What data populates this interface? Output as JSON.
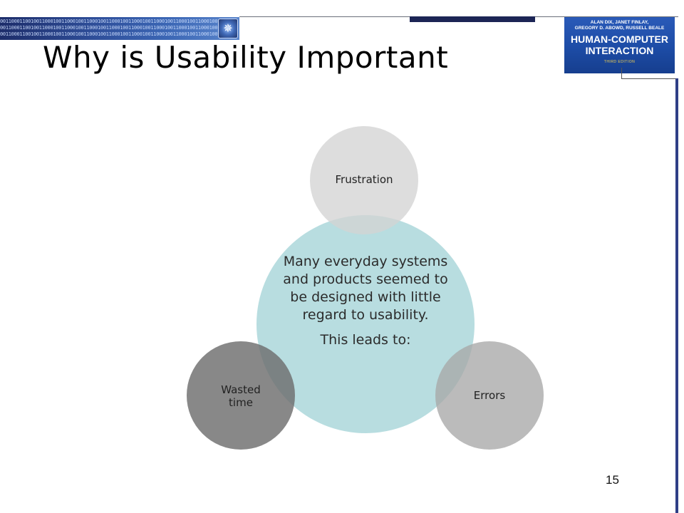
{
  "slide": {
    "title": "Why is Usability Important",
    "page_number": "15"
  },
  "header_band": {
    "binary_text": "00110001100100110001001100010011000100110001001100010011000100110001001100010011",
    "icon": "seal-icon"
  },
  "book_cover": {
    "authors_line1": "ALAN DIX, JANET FINLAY,",
    "authors_line2": "GREGORY D. ABOWD, RUSSELL BEALE",
    "title_line1": "HUMAN-COMPUTER",
    "title_line2": "INTERACTION",
    "edition": "THIRD EDITION"
  },
  "diagram": {
    "center": {
      "text": "Many everyday systems and products seemed to be designed with little regard to usability.",
      "followup": "This leads to:",
      "color": "#b8dde0"
    },
    "nodes": [
      {
        "label": "Frustration",
        "color": "#d3d3d3"
      },
      {
        "label": "Errors",
        "color": "#a8a8a8"
      },
      {
        "label": "Wasted time",
        "color": "#6e6e6e"
      }
    ]
  }
}
